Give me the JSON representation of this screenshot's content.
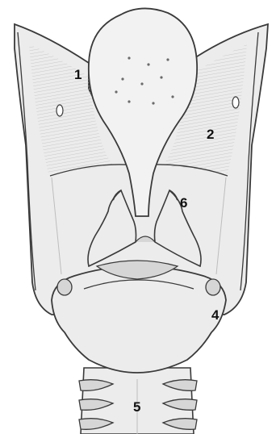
{
  "labels": [
    {
      "id": "1",
      "text": "1"
    },
    {
      "id": "2",
      "text": "2"
    },
    {
      "id": "4",
      "text": "4"
    },
    {
      "id": "5",
      "text": "5"
    },
    {
      "id": "6",
      "text": "6"
    }
  ],
  "colors": {
    "outline": "#3a3a3a",
    "fill": "#ececec",
    "shade": "#d6d6d6",
    "dark_shade": "#bdbdbd",
    "background": "#ffffff"
  }
}
